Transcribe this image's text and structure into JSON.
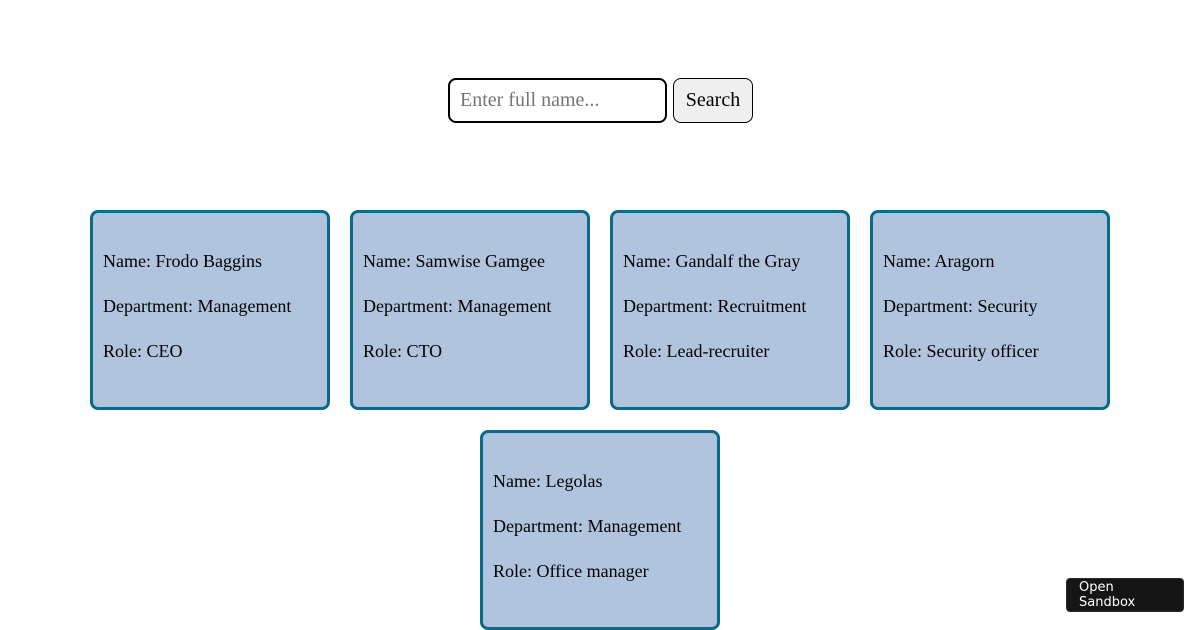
{
  "search": {
    "placeholder": "Enter full name...",
    "value": "",
    "button_label": "Search"
  },
  "employees": [
    {
      "name": "Name: Frodo Baggins",
      "department": "Department: Management",
      "role": "Role: CEO"
    },
    {
      "name": "Name: Samwise Gamgee",
      "department": "Department: Management",
      "role": "Role: CTO"
    },
    {
      "name": "Name: Gandalf the Gray",
      "department": "Department: Recruitment",
      "role": "Role: Lead-recruiter"
    },
    {
      "name": "Name: Aragorn",
      "department": "Department: Security",
      "role": "Role: Security officer"
    },
    {
      "name": "Name: Legolas",
      "department": "Department: Management",
      "role": "Role: Office manager"
    }
  ],
  "sandbox": {
    "label": "Open Sandbox"
  },
  "colors": {
    "card_background": "#b0c4de",
    "card_border": "#0b6a8c",
    "badge_background": "#151515"
  }
}
